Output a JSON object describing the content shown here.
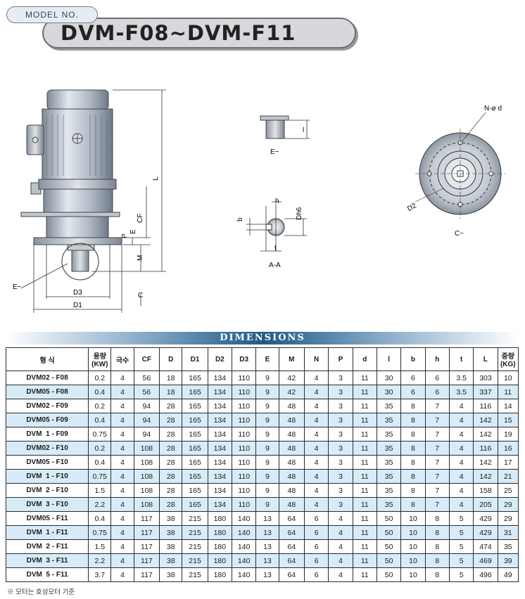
{
  "header": {
    "model_label": "MODEL NO.",
    "title": "DVM-F08~DVM-F11"
  },
  "drawing_labels": {
    "L": "L",
    "CF": "CF",
    "P": "P",
    "E": "E",
    "M": "M",
    "C": "C",
    "D3": "D3",
    "D1": "D1",
    "E_view": "E~",
    "E_small": "E~",
    "l": "l",
    "h": "h",
    "Dh6": "Dh6",
    "b": "b",
    "t": "t",
    "AA": "A-A",
    "Nd": "N-ø d",
    "D2": "D2",
    "C_view": "C~"
  },
  "section_title": "DIMENSIONS",
  "table": {
    "headers": [
      "형 식",
      "용량\n(KW)",
      "극수",
      "CF",
      "D",
      "D1",
      "D2",
      "D3",
      "E",
      "M",
      "N",
      "P",
      "d",
      "l",
      "b",
      "h",
      "t",
      "L",
      "중량\n(KG)"
    ],
    "rows": [
      [
        "DVM02 - F08",
        "0.2",
        "4",
        "56",
        "18",
        "165",
        "134",
        "110",
        "9",
        "42",
        "4",
        "3",
        "11",
        "30",
        "6",
        "6",
        "3.5",
        "303",
        "10"
      ],
      [
        "DVM05 - F08",
        "0.4",
        "4",
        "56",
        "18",
        "165",
        "134",
        "110",
        "9",
        "42",
        "4",
        "3",
        "11",
        "30",
        "6",
        "6",
        "3.5",
        "337",
        "11"
      ],
      [
        "DVM02 - F09",
        "0.2",
        "4",
        "94",
        "28",
        "165",
        "134",
        "110",
        "9",
        "48",
        "4",
        "3",
        "11",
        "35",
        "8",
        "7",
        "4",
        "116",
        "14"
      ],
      [
        "DVM05 - F09",
        "0.4",
        "4",
        "94",
        "28",
        "165",
        "134",
        "110",
        "9",
        "48",
        "4",
        "3",
        "11",
        "35",
        "8",
        "7",
        "4",
        "142",
        "15"
      ],
      [
        "DVM  1 - F09",
        "0.75",
        "4",
        "94",
        "28",
        "165",
        "134",
        "110",
        "9",
        "48",
        "4",
        "3",
        "11",
        "35",
        "8",
        "7",
        "4",
        "142",
        "19"
      ],
      [
        "DVM02 - F10",
        "0.2",
        "4",
        "108",
        "28",
        "165",
        "134",
        "110",
        "9",
        "48",
        "4",
        "3",
        "11",
        "35",
        "8",
        "7",
        "4",
        "116",
        "16"
      ],
      [
        "DVM05 - F10",
        "0.4",
        "4",
        "108",
        "28",
        "165",
        "134",
        "110",
        "9",
        "48",
        "4",
        "3",
        "11",
        "35",
        "8",
        "7",
        "4",
        "142",
        "17"
      ],
      [
        "DVM  1 - F10",
        "0.75",
        "4",
        "108",
        "28",
        "165",
        "134",
        "110",
        "9",
        "48",
        "4",
        "3",
        "11",
        "35",
        "8",
        "7",
        "4",
        "142",
        "21"
      ],
      [
        "DVM  2 - F10",
        "1.5",
        "4",
        "108",
        "28",
        "165",
        "134",
        "110",
        "9",
        "48",
        "4",
        "3",
        "11",
        "35",
        "8",
        "7",
        "4",
        "158",
        "25"
      ],
      [
        "DVM  3 - F10",
        "2.2",
        "4",
        "108",
        "28",
        "165",
        "134",
        "110",
        "9",
        "48",
        "4",
        "3",
        "11",
        "35",
        "8",
        "7",
        "4",
        "205",
        "29"
      ],
      [
        "DVM05 - F11",
        "0.4",
        "4",
        "117",
        "38",
        "215",
        "180",
        "140",
        "13",
        "64",
        "6",
        "4",
        "11",
        "50",
        "10",
        "8",
        "5",
        "429",
        "29"
      ],
      [
        "DVM  1 - F11",
        "0.75",
        "4",
        "117",
        "38",
        "215",
        "180",
        "140",
        "13",
        "64",
        "6",
        "4",
        "11",
        "50",
        "10",
        "8",
        "5",
        "429",
        "31"
      ],
      [
        "DVM  2 - F11",
        "1.5",
        "4",
        "117",
        "38",
        "215",
        "180",
        "140",
        "13",
        "64",
        "6",
        "4",
        "11",
        "50",
        "10",
        "8",
        "5",
        "474",
        "35"
      ],
      [
        "DVM  3 - F11",
        "2.2",
        "4",
        "117",
        "38",
        "215",
        "180",
        "140",
        "13",
        "64",
        "6",
        "4",
        "11",
        "50",
        "10",
        "8",
        "5",
        "469",
        "39"
      ],
      [
        "DVM  5 - F11",
        "3.7",
        "4",
        "117",
        "38",
        "215",
        "180",
        "140",
        "13",
        "64",
        "6",
        "4",
        "11",
        "50",
        "10",
        "8",
        "5",
        "496",
        "49"
      ]
    ],
    "alt_rows": [
      1,
      3,
      5,
      7,
      9,
      11,
      13
    ]
  },
  "footnote": "※ 모터는 효성모터 기준",
  "colors": {
    "band": "#1f5a86",
    "alt_row": "#d7ecf8",
    "motor": "#c8cfd8"
  }
}
